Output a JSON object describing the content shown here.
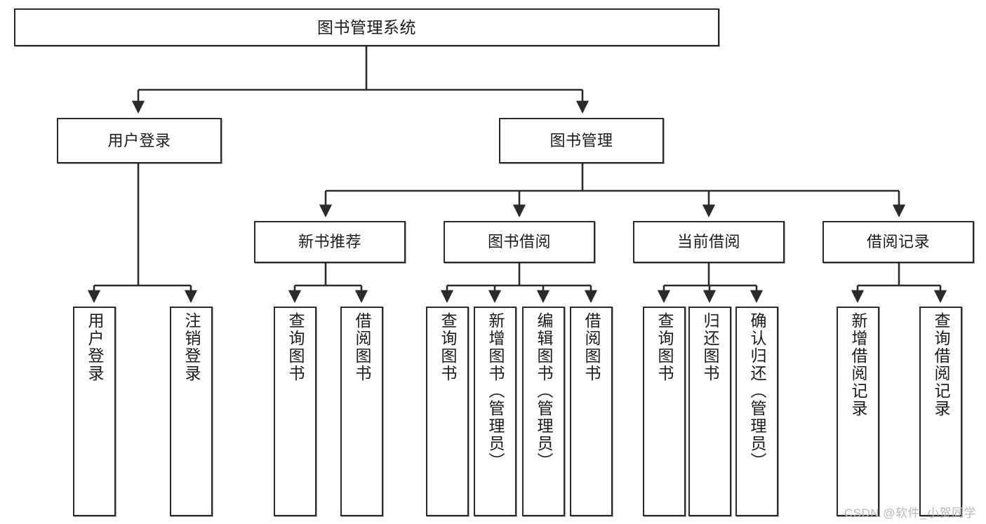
{
  "diagram": {
    "title": "图书管理系统",
    "watermark": "CSDN @软件_小贺同学",
    "colors": {
      "stroke": "#2b2b2b",
      "fill": "#ffffff",
      "text": "#1b1b1b",
      "watermark": "#b9b9b9"
    },
    "root": {
      "label": "图书管理系统"
    },
    "level2": [
      {
        "label": "用户登录"
      },
      {
        "label": "图书管理"
      }
    ],
    "level3": [
      {
        "label": "新书推荐"
      },
      {
        "label": "图书借阅"
      },
      {
        "label": "当前借阅"
      },
      {
        "label": "借阅记录"
      }
    ],
    "leaves": {
      "user_login": [
        {
          "label": "用户登录"
        },
        {
          "label": "注销登录"
        }
      ],
      "new_book_recommend": [
        {
          "label": "查询图书"
        },
        {
          "label": "借阅图书"
        }
      ],
      "book_borrow": [
        {
          "label": "查询图书"
        },
        {
          "label": "新增图书（管理员）"
        },
        {
          "label": "编辑图书（管理员）"
        },
        {
          "label": "借阅图书"
        }
      ],
      "current_borrow": [
        {
          "label": "查询图书"
        },
        {
          "label": "归还图书"
        },
        {
          "label": "确认归还（管理员）"
        }
      ],
      "borrow_record": [
        {
          "label": "新增借阅记录"
        },
        {
          "label": "查询借阅记录"
        }
      ]
    }
  }
}
